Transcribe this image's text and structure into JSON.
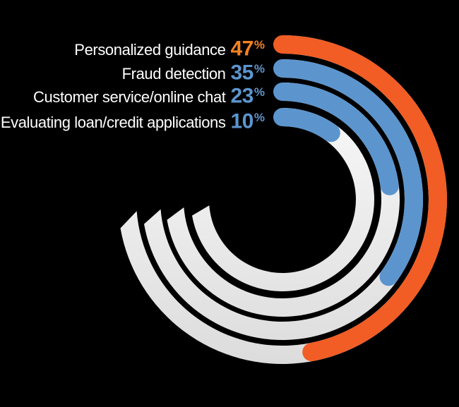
{
  "chart_data": {
    "type": "radial_bar",
    "unit": "%",
    "scale_max": 100,
    "direction": "clockwise",
    "start_position": "top",
    "series": [
      {
        "label": "Personalized guidance",
        "value": 47,
        "color": "#F15D25",
        "value_color": "#F58220"
      },
      {
        "label": "Fraud detection",
        "value": 35,
        "color": "#5C95CE",
        "value_color": "#5C95CE"
      },
      {
        "label": "Customer service/online chat",
        "value": 23,
        "color": "#5C95CE",
        "value_color": "#5C95CE"
      },
      {
        "label": "Evaluating loan/credit applications",
        "value": 10,
        "color": "#5C95CE",
        "value_color": "#5C95CE"
      }
    ],
    "label_color": "#FFFFFF",
    "track_color_top": "#FFFFFF",
    "track_color_bottom": "#DCDCDC",
    "background": "#000000"
  }
}
